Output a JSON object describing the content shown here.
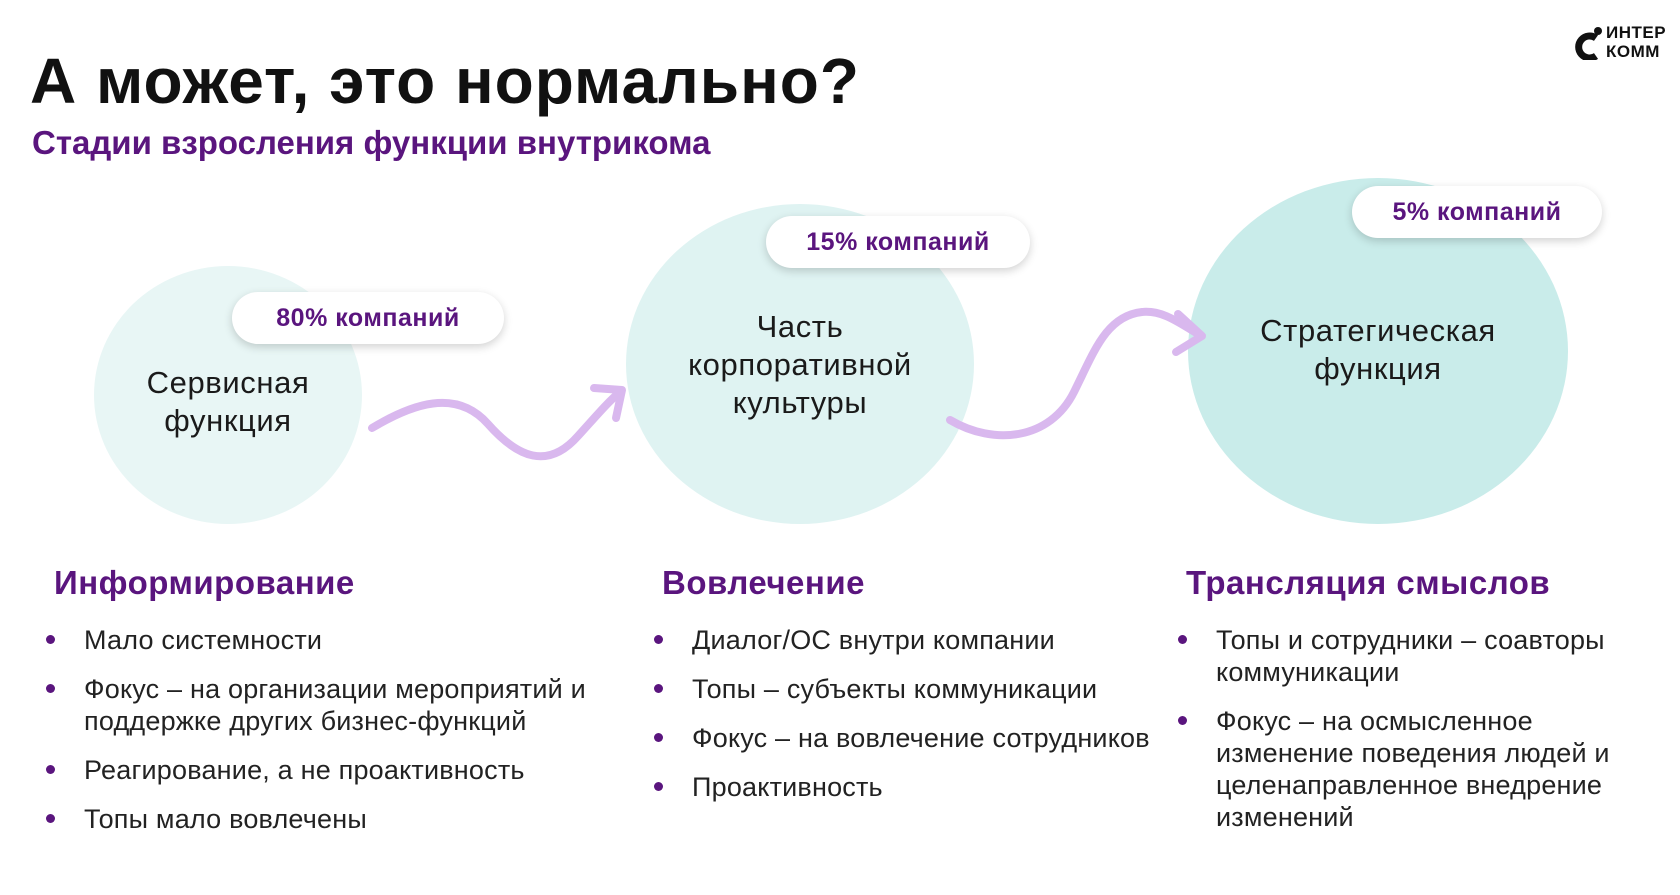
{
  "header": {
    "title": "А может, это нормально?",
    "subtitle": "Стадии взросления функции внутрикома"
  },
  "logo": {
    "line1": "ИНТЕР",
    "line2": "КОММ"
  },
  "stages": [
    {
      "label_line1": "Сервисная",
      "label_line2": "функция",
      "label_line3": "",
      "share": "80% компаний"
    },
    {
      "label_line1": "Часть",
      "label_line2": "корпоративной",
      "label_line3": "культуры",
      "share": "15% компаний"
    },
    {
      "label_line1": "Стратегическая",
      "label_line2": "функция",
      "label_line3": "",
      "share": "5% компаний"
    }
  ],
  "columns": [
    {
      "heading": "Информирование",
      "bullets": [
        "Мало системности",
        "Фокус – на организации мероприятий и поддержке других бизнес-функций",
        "Реагирование, а не проактивность",
        "Топы мало вовлечены"
      ]
    },
    {
      "heading": "Вовлечение",
      "bullets": [
        "Диалог/ОС внутри компании",
        "Топы – субъекты коммуникации",
        "Фокус – на вовлечение сотрудников",
        "Проактивность"
      ]
    },
    {
      "heading": "Трансляция смыслов",
      "bullets": [
        "Топы и сотрудники – соавторы коммуникации",
        "Фокус – на осмысленное изменение поведения людей и целенаправленное внедрение изменений"
      ]
    }
  ],
  "colors": {
    "accent": "#5a157e",
    "arrow": "#d9b8ee",
    "circle1": "#e8f6f5",
    "circle2": "#dff3f2",
    "circle3": "#c9ecea"
  }
}
